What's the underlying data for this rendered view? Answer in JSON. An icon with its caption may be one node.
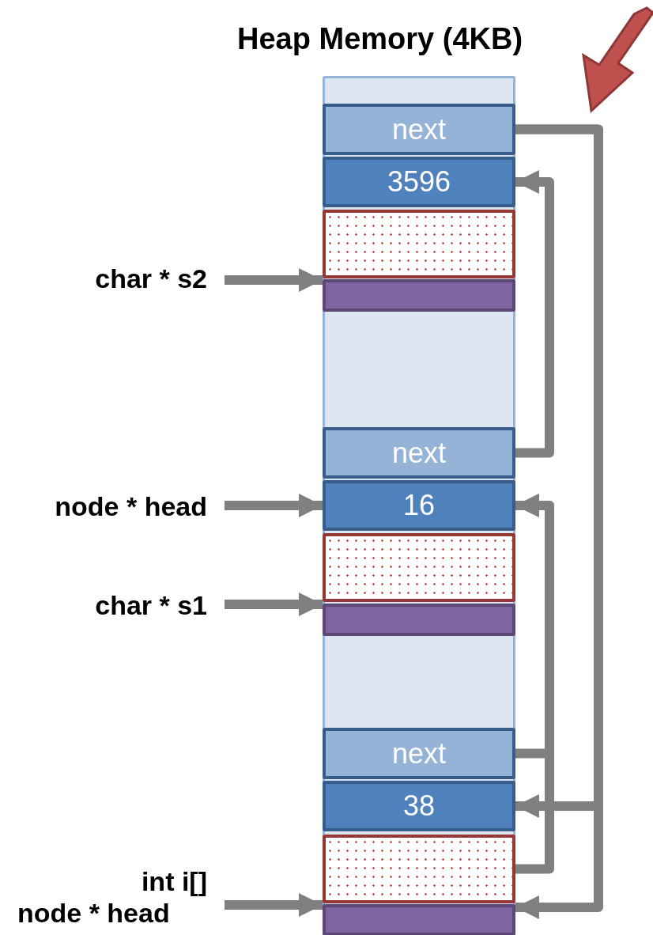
{
  "diagram": {
    "title": "Heap Memory (4KB)",
    "nodes": [
      {
        "text": [],
        "shape": "box"
      },
      {
        "text": [
          "next"
        ],
        "in": 0
      },
      {
        "text": [
          "3596"
        ],
        "in": 0
      },
      {
        "text": [],
        "shape": "box",
        "in": 0
      },
      {
        "text": [],
        "shape": "box",
        "in": 0
      },
      {
        "text": [
          "next"
        ],
        "in": 0
      },
      {
        "text": [
          "16"
        ],
        "in": 0
      },
      {
        "text": [],
        "shape": "box",
        "in": 0
      },
      {
        "text": [],
        "shape": "box",
        "in": 0
      },
      {
        "text": [
          "next"
        ],
        "in": 0
      },
      {
        "text": [
          "38"
        ],
        "in": 0
      },
      {
        "text": [],
        "shape": "box",
        "in": 0
      },
      {
        "text": [],
        "shape": "box",
        "in": 0
      },
      {
        "text": [
          "char * s2"
        ]
      },
      {
        "text": [
          "node * head"
        ]
      },
      {
        "text": [
          "char * s1"
        ]
      },
      {
        "text": [
          "int i[]",
          "node * head"
        ]
      }
    ],
    "edges": [
      {
        "from": 1,
        "to": 10,
        "arrow": "to"
      },
      {
        "from": 1,
        "to": 12,
        "arrow": "to"
      },
      {
        "from": 5,
        "to": 2,
        "arrow": "to"
      },
      {
        "from": 9,
        "to": 6,
        "arrow": "to"
      },
      {
        "from": 11,
        "to": 6,
        "arrow": "to"
      },
      {
        "from": 13,
        "to": 4,
        "arrow": "to"
      },
      {
        "from": 14,
        "to": 6,
        "arrow": "to"
      },
      {
        "from": 15,
        "to": 8,
        "arrow": "to"
      },
      {
        "from": 16,
        "to": 12,
        "arrow": "to"
      }
    ]
  }
}
